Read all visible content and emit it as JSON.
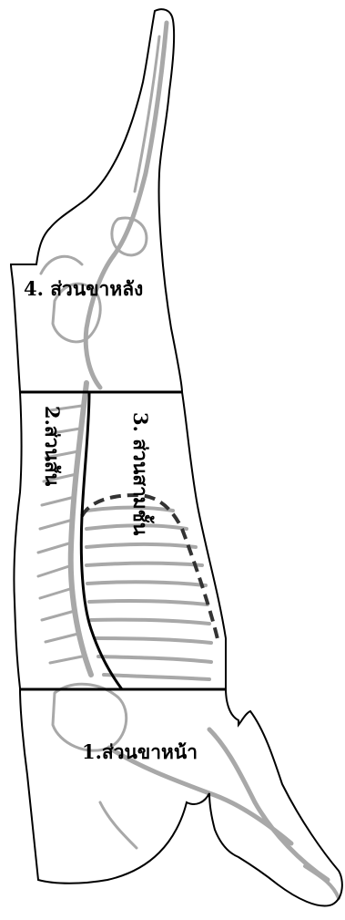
{
  "diagram": {
    "labels": {
      "hind_section": "4. ส่วนขาหลัง",
      "loin_section": "2.ส่วนสัน",
      "rib_section": "3. ส่วนสามชั้น",
      "fore_section": "1.ส่วนขาหน้า"
    },
    "colors": {
      "outline": "#000000",
      "bone": "#a8a8a8",
      "background": "#ffffff"
    }
  }
}
